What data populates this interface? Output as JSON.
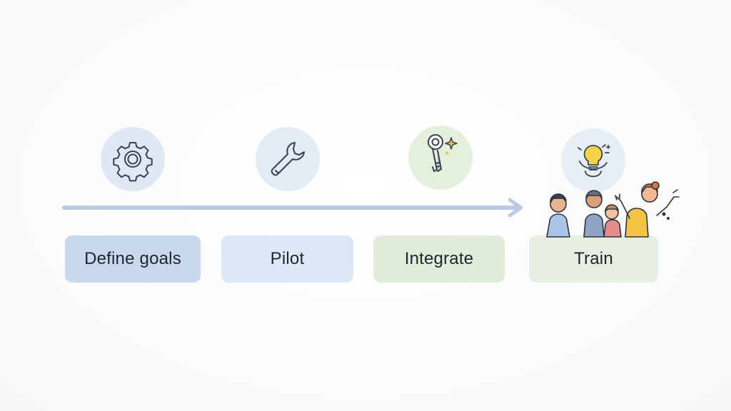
{
  "steps": [
    {
      "label": "Define goals",
      "icon": "gear-icon",
      "box_color": "#c9d8ec",
      "circle_color": "#dfe8f4"
    },
    {
      "label": "Pilot",
      "icon": "wrench-icon",
      "box_color": "#dbe8f6",
      "circle_color": "#e3ebf5"
    },
    {
      "label": "Integrate",
      "icon": "key-sparkle-icon",
      "box_color": "#e1edd8",
      "circle_color": "#e4efdc"
    },
    {
      "label": "Train",
      "icon": "lightbulb-icon",
      "box_color": "#e6efe1",
      "circle_color": "#e8eef5"
    }
  ],
  "colors": {
    "arrow": "#b9cbe2",
    "icon_stroke": "#3a4150"
  }
}
